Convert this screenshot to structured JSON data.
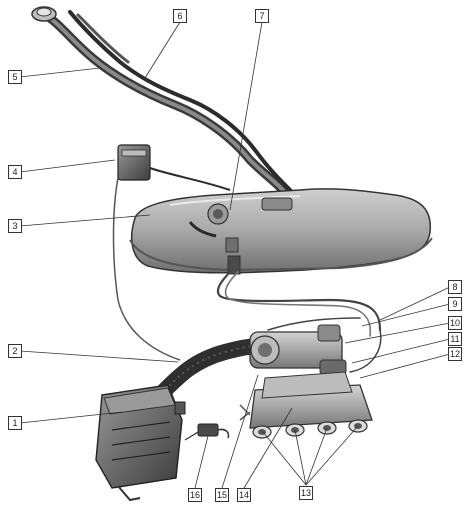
{
  "callouts": [
    "1",
    "2",
    "3",
    "4",
    "5",
    "6",
    "7",
    "8",
    "9",
    "10",
    "11",
    "12",
    "13",
    "14",
    "15",
    "16"
  ],
  "colors": {
    "line": "#333333",
    "metal_dark": "#6d6d6d",
    "metal_mid": "#a7a7a7",
    "metal_light": "#d7d7d7",
    "hose": "#3a3a3a"
  }
}
